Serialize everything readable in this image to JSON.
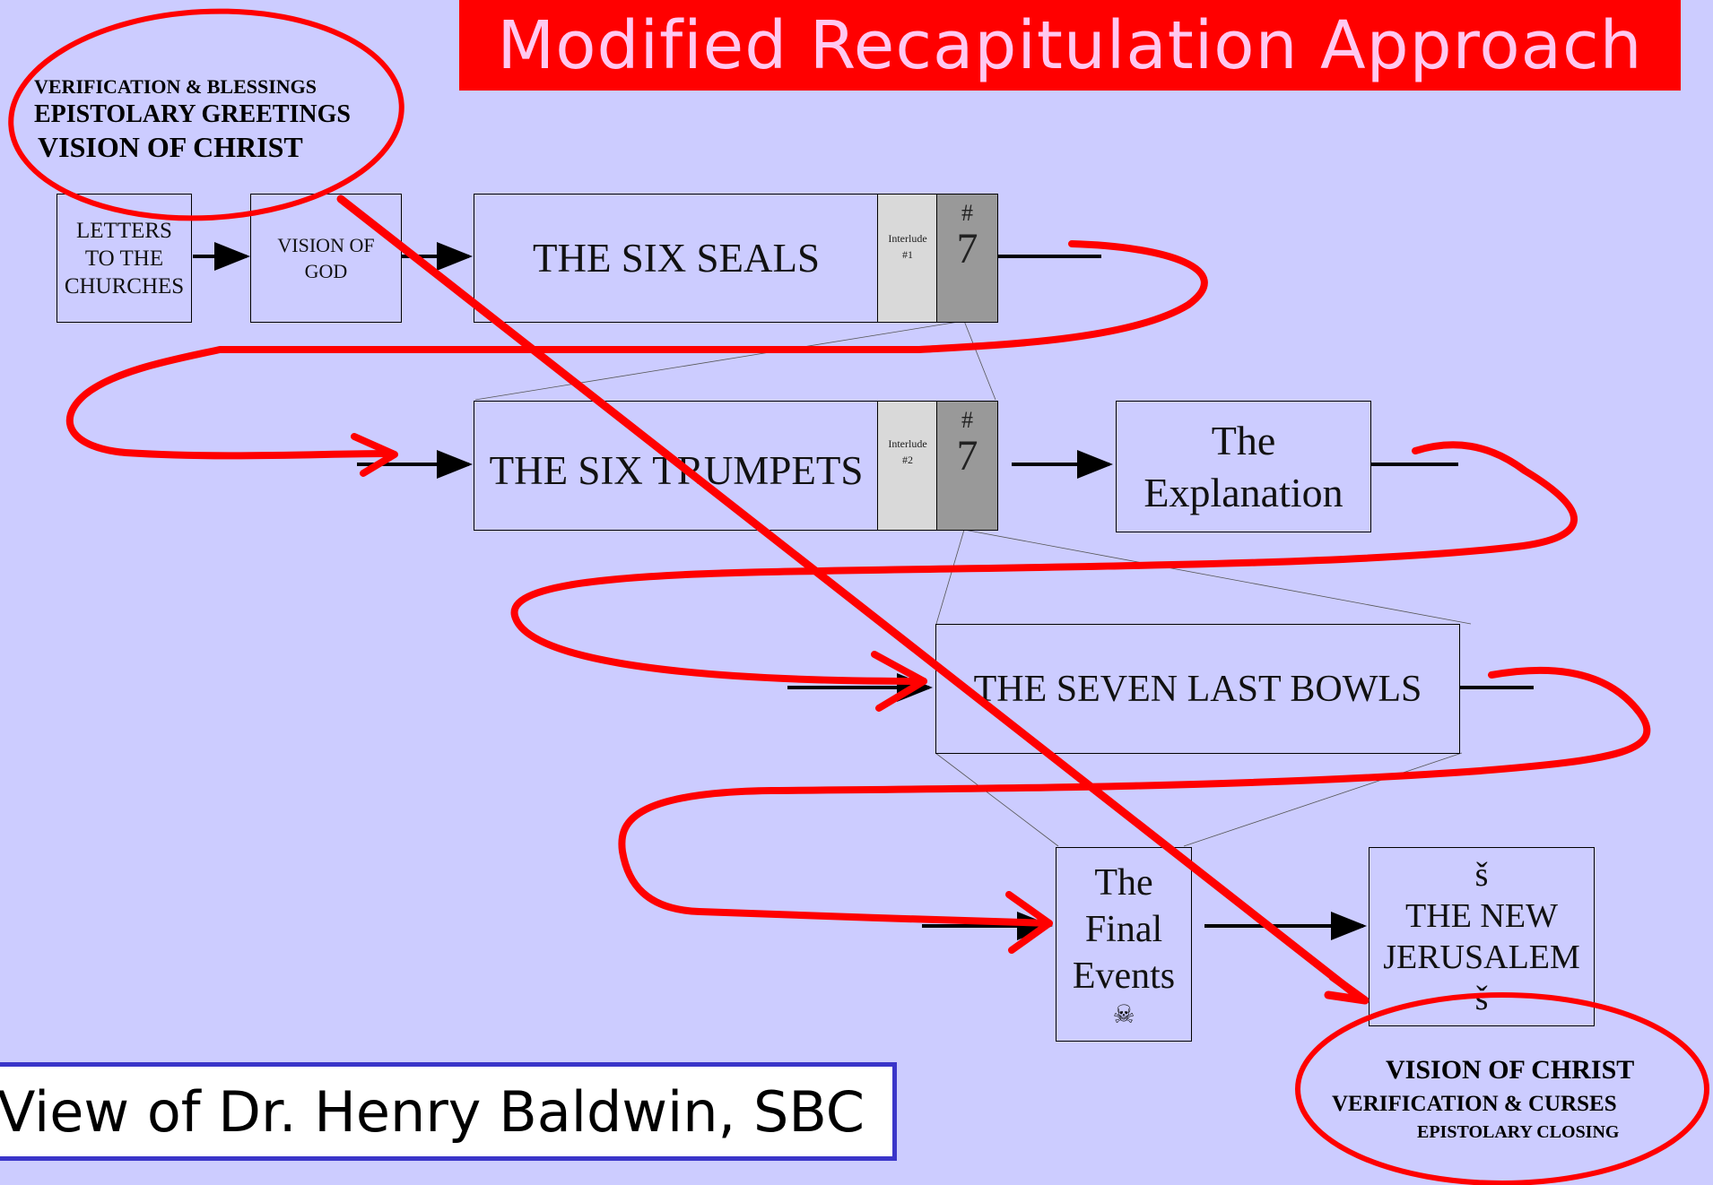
{
  "title": "Modified Recapitulation Approach",
  "credit": "View of Dr. Henry Baldwin, SBC",
  "intro_labels": [
    "VERIFICATION & BLESSINGS",
    "EPISTOLARY GREETINGS",
    "VISION OF CHRIST"
  ],
  "closing_labels": [
    "VISION OF CHRIST",
    "VERIFICATION & CURSES",
    "EPISTOLARY CLOSING"
  ],
  "boxes": {
    "letters": [
      "LETTERS",
      "TO THE",
      "CHURCHES"
    ],
    "vision_god": [
      "VISION OF",
      "GOD"
    ],
    "seals": "THE SIX SEALS",
    "interlude1": [
      "Interlude",
      "#1"
    ],
    "seventh1": [
      "#",
      "7"
    ],
    "trumpets": "THE SIX TRUMPETS",
    "interlude2": [
      "Interlude",
      "#2"
    ],
    "seventh2": [
      "#",
      "7"
    ],
    "explanation": [
      "The",
      "Explanation"
    ],
    "bowls": "THE SEVEN LAST BOWLS",
    "final": [
      "The",
      "Final",
      "Events",
      "☠"
    ],
    "jerusalem": [
      "š",
      "THE NEW",
      "JERUSALEM",
      "š"
    ]
  },
  "colors": {
    "background": "#ccccff",
    "banner": "#ff0000",
    "banner_text": "#ffc8f0",
    "annotation": "#ff0000",
    "credit_border": "#3a35c9"
  }
}
